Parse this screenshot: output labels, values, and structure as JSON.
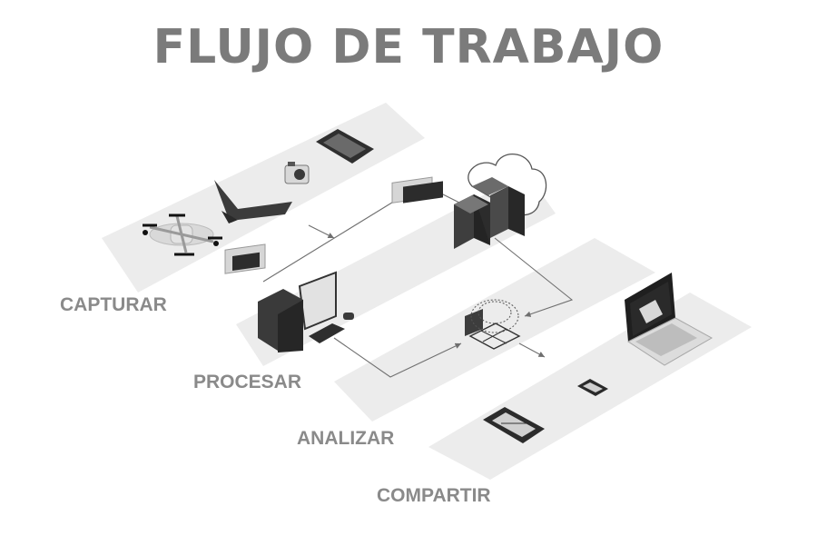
{
  "title": "FLUJO DE TRABAJO",
  "stages": {
    "capturar": "CAPTURAR",
    "procesar": "PROCESAR",
    "analizar": "ANALIZAR",
    "compartir": "COMPARTIR"
  },
  "colors": {
    "title": "#7b7b7b",
    "label": "#8a8a8a",
    "platform": "#ececec",
    "device_dark": "#3a3a3a",
    "arrow": "#6f6f6f"
  },
  "icons": {
    "capturar": [
      "drone-icon",
      "fixed-wing-drone-icon",
      "camera-icon",
      "tablet-icon"
    ],
    "procesar": [
      "image-icon",
      "server-icon",
      "cloud-icon",
      "desktop-computer-icon"
    ],
    "analizar": [
      "3d-model-icon"
    ],
    "compartir": [
      "laptop-icon",
      "smartphone-icon",
      "tablet-icon"
    ]
  }
}
